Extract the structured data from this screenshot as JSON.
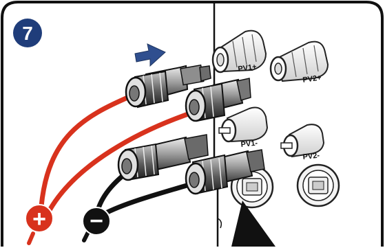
{
  "step": {
    "number": "7"
  },
  "port_labels": {
    "pv1_plus": "PV1+",
    "pv2_plus": "PV2+",
    "pv1_minus": "PV1-",
    "pv2_minus": "PV2-"
  },
  "polarity": {
    "positive": "+",
    "negative": "−"
  },
  "colors": {
    "positive_cable": "#d8321d",
    "negative_cable": "#111111",
    "step_badge": "#1f3d7a",
    "arrow": "#2f4f8f",
    "panel_line": "#111111"
  },
  "icons": [
    "step-badge-icon",
    "insert-arrow-icon",
    "plus-icon",
    "minus-icon",
    "comm-port-icon"
  ]
}
